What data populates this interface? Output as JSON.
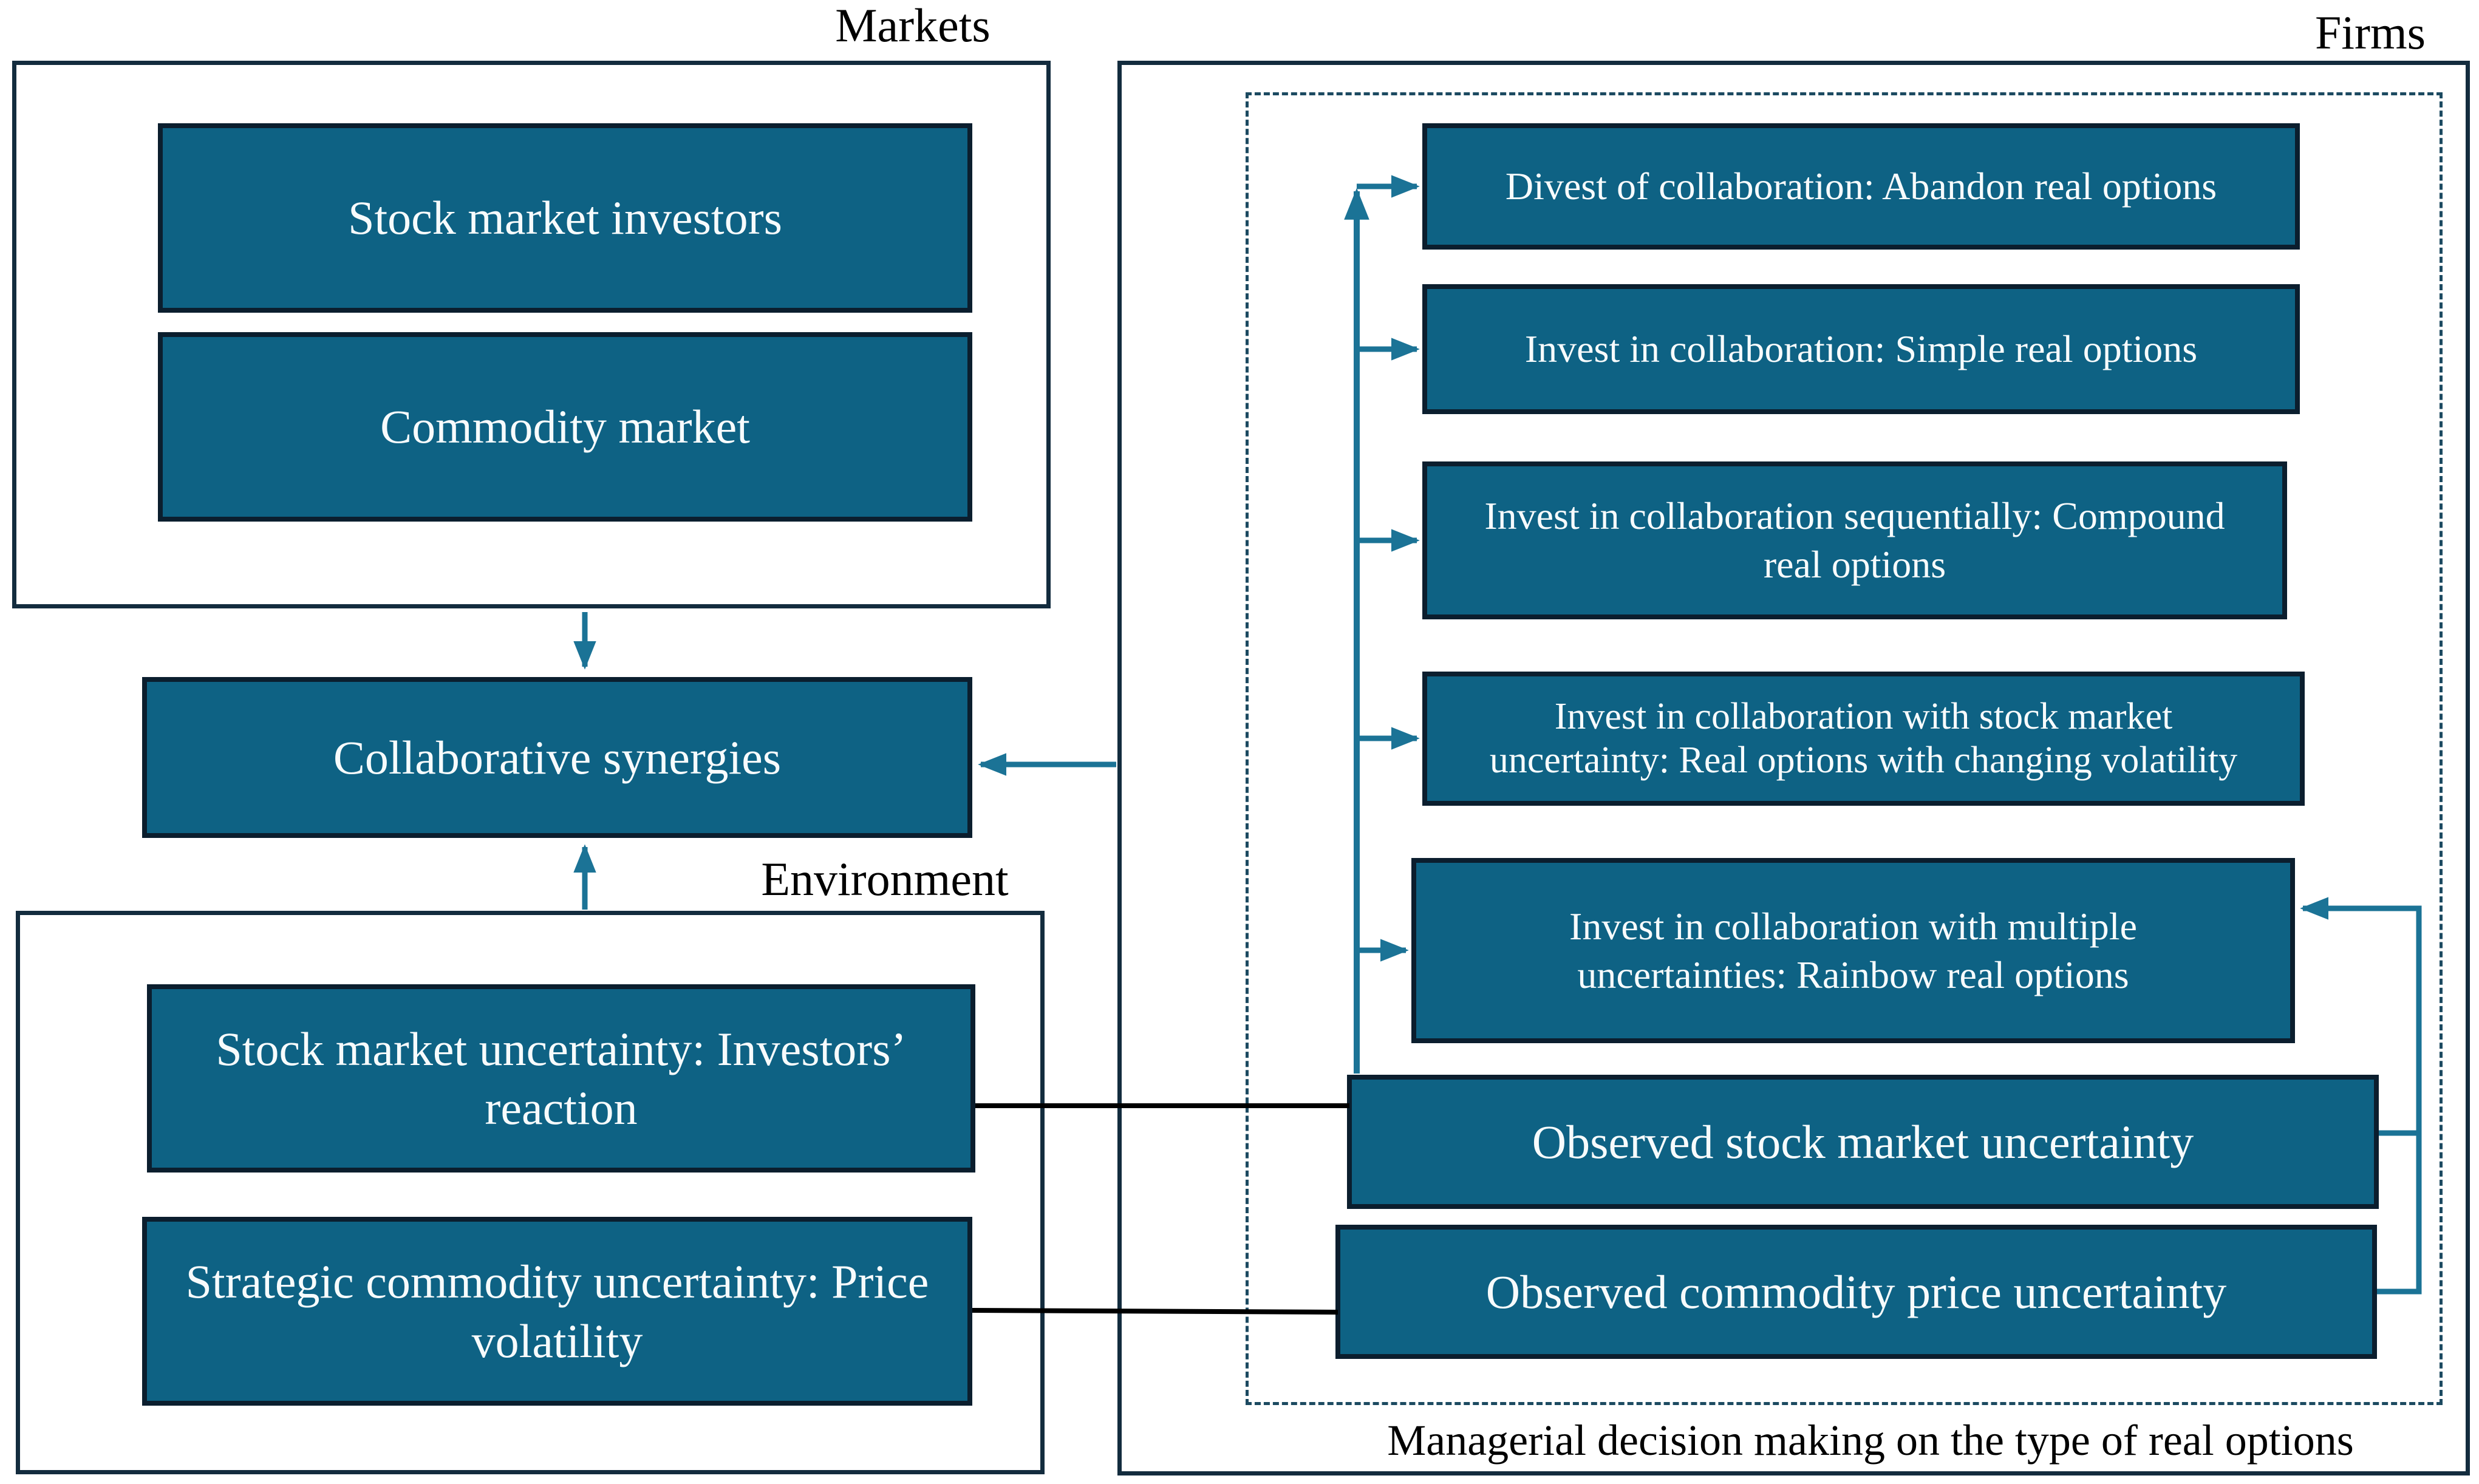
{
  "labels": {
    "markets": "Markets",
    "firms": "Firms",
    "environment": "Environment"
  },
  "caption": "Managerial decision making on the type of real options",
  "markets": {
    "items": [
      "Stock market investors",
      "Commodity market"
    ]
  },
  "collaborative_synergies": "Collaborative synergies",
  "environment": {
    "items": [
      "Stock market uncertainty: Investors’ reaction",
      "Strategic commodity uncertainty: Price volatility"
    ]
  },
  "firms": {
    "options": [
      "Divest of collaboration: Abandon real options",
      "Invest in collaboration: Simple real options",
      "Invest in collaboration sequentially: Compound real options",
      "Invest in collaboration with stock market uncertainty: Real options with changing volatility",
      "Invest in collaboration with multiple uncertainties: Rainbow real options"
    ],
    "observed": [
      "Observed stock market uncertainty",
      "Observed commodity price uncertainty"
    ]
  },
  "colors": {
    "box_fill": "#0e6284",
    "box_border": "#0b1e2e",
    "container_border": "#132c3e",
    "dashed_border": "#1c4a61",
    "connector_teal": "#1b7396",
    "connector_black": "#000000",
    "box_text": "#f7fbfc",
    "label_text": "#000000",
    "background": "#ffffff"
  }
}
